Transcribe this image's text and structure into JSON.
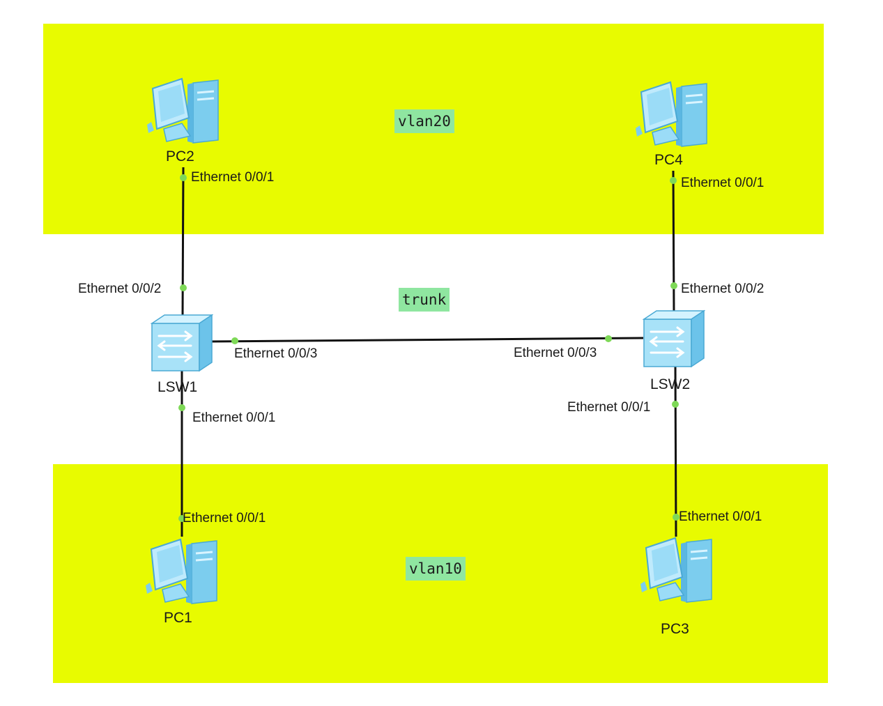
{
  "areas": {
    "top_tag": "vlan20",
    "middle_tag": "trunk",
    "bottom_tag": "vlan10"
  },
  "devices": {
    "pc1": "PC1",
    "pc2": "PC2",
    "pc3": "PC3",
    "pc4": "PC4",
    "lsw1": "LSW1",
    "lsw2": "LSW2"
  },
  "ports": {
    "pc2_eth": "Ethernet 0/0/1",
    "lsw1_eth2": "Ethernet 0/0/2",
    "lsw1_eth3": "Ethernet 0/0/3",
    "lsw1_eth1": "Ethernet 0/0/1",
    "pc1_eth": "Ethernet 0/0/1",
    "pc4_eth": "Ethernet 0/0/1",
    "lsw2_eth2": "Ethernet 0/0/2",
    "lsw2_eth3": "Ethernet 0/0/3",
    "lsw2_eth1": "Ethernet 0/0/1",
    "pc3_eth": "Ethernet 0/0/1"
  },
  "colors": {
    "vlan_area": "#e8fb00",
    "tag_background": "#8fe6a0",
    "link": "#111111",
    "port_dot": "#7ed957",
    "device_icon": "#8fd8f5"
  },
  "icons": {
    "pc": "desktop-pc-icon",
    "switch": "switch-icon"
  }
}
